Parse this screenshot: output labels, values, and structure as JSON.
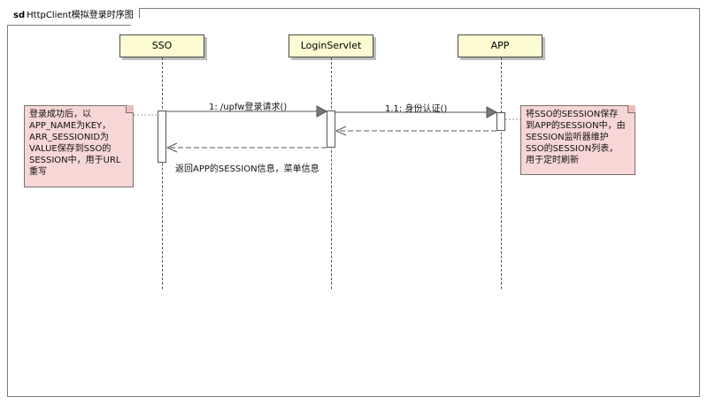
{
  "frame": {
    "keyword": "sd",
    "name": "HttpClient模拟登录时序图"
  },
  "lifelines": {
    "sso": {
      "label": "SSO"
    },
    "login": {
      "label": "LoginServlet"
    },
    "app": {
      "label": "APP"
    }
  },
  "messages": {
    "m1": {
      "label": "1: /upfw登录请求()"
    },
    "m11": {
      "label": "1.1: 身份认证()"
    },
    "return_to_sso": {
      "label": "返回APP的SESSION信息，菜单信息"
    }
  },
  "notes": {
    "left": {
      "lines": [
        "登录成功后，以",
        "APP_NAME为KEY，",
        "ARR_SESSIONID为",
        "VALUE保存到SSO的",
        "SESSION中，用于URL",
        "重写"
      ]
    },
    "right": {
      "lines": [
        "将SSO的SESSION保存",
        "到APP的SESSION中，由",
        "SESSION监听器维护",
        "SSO的SESSION列表，",
        "用于定时刷新"
      ]
    }
  }
}
